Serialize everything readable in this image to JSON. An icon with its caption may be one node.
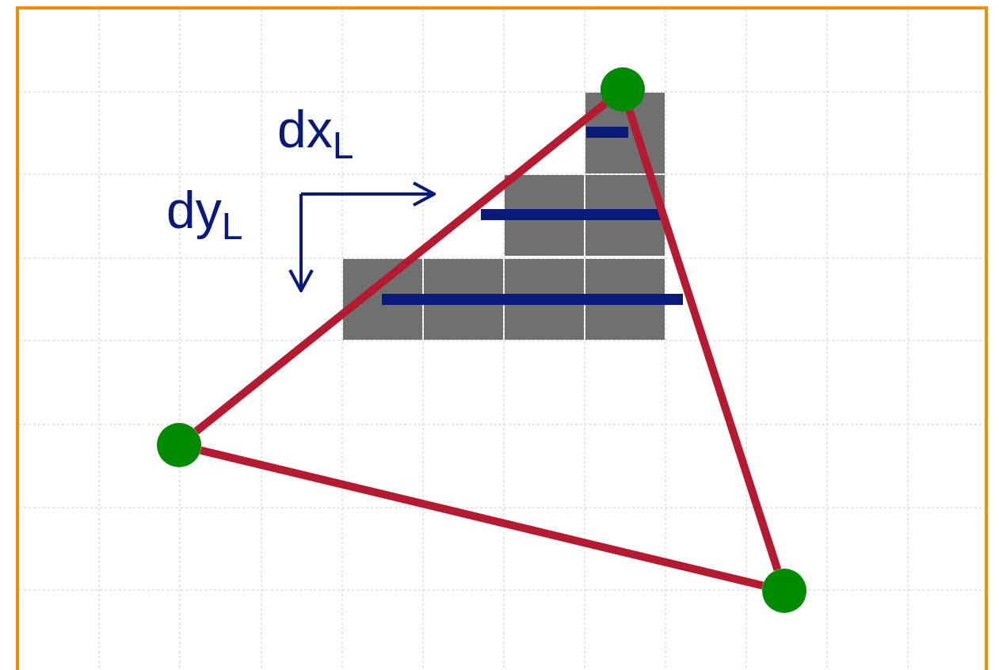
{
  "diagram": {
    "nodes": [
      {
        "text": [],
        "shape": "circle"
      },
      {
        "text": [],
        "shape": "circle"
      },
      {
        "text": [],
        "shape": "circle"
      }
    ],
    "edges": [
      {
        "from": 0,
        "to": 1,
        "arrow": "none"
      },
      {
        "from": 1,
        "to": 2,
        "arrow": "none"
      },
      {
        "from": 2,
        "to": 0,
        "arrow": "none"
      }
    ],
    "labels": [
      "dx$_{L}$",
      "dy$_{L}$"
    ]
  }
}
